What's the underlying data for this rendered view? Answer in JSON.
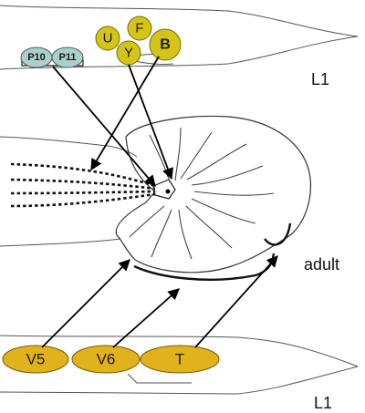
{
  "colors": {
    "accent_yellow": "#d4c41a",
    "accent_yellow_light": "#e8dc55",
    "blast_gold": "#e0b21c",
    "blast_gold_light": "#f6d55a",
    "p_cell": "#a9cfcf",
    "line": "#000000",
    "outline": "#444444"
  },
  "labels": {
    "stage_top": "L1",
    "stage_middle": "adult",
    "stage_bottom": "L1"
  },
  "cells": {
    "head": [
      {
        "id": "U",
        "label": "U"
      },
      {
        "id": "F",
        "label": "F"
      },
      {
        "id": "B",
        "label": "B"
      },
      {
        "id": "Y",
        "label": "Y"
      }
    ],
    "p_cells": [
      {
        "id": "P10",
        "label": "P10"
      },
      {
        "id": "P11",
        "label": "P11"
      }
    ],
    "blast": [
      {
        "id": "V5",
        "label": "V5"
      },
      {
        "id": "V6",
        "label": "V6"
      },
      {
        "id": "T",
        "label": "T"
      }
    ]
  }
}
